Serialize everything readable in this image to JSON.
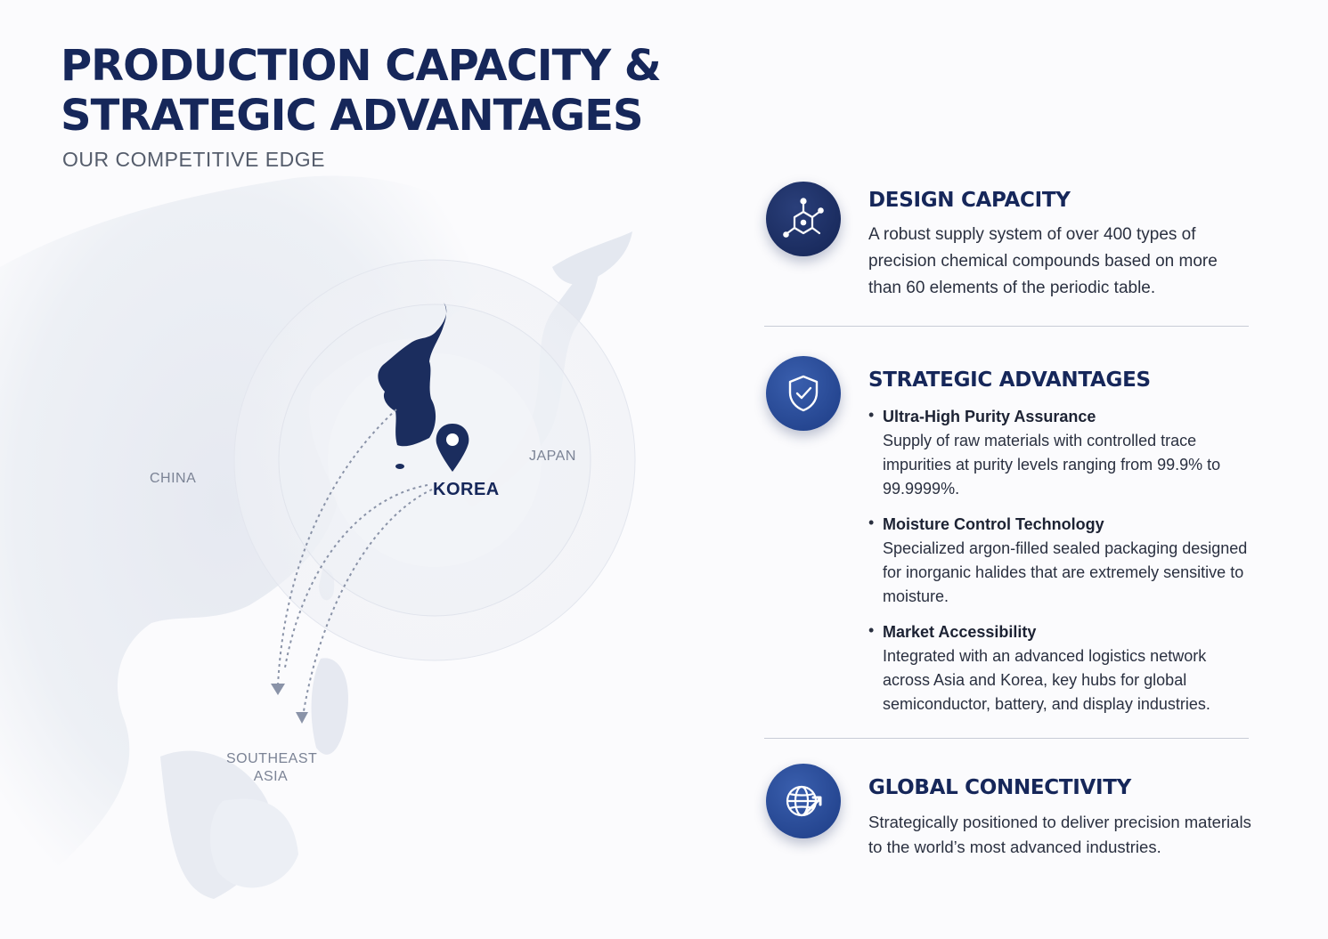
{
  "header": {
    "title_line1": "PRODUCTION CAPACITY &",
    "title_line2": "STRATEGIC ADVANTAGES",
    "subtitle": "OUR COMPETITIVE EDGE"
  },
  "map": {
    "labels": {
      "china": "CHINA",
      "japan": "JAPAN",
      "korea": "KOREA",
      "southeast_asia_line1": "SOUTHEAST",
      "southeast_asia_line2": "ASIA"
    },
    "highlight_color": "#1b2d5e",
    "marker_icon": "map-pin-icon"
  },
  "sections": {
    "design_capacity": {
      "icon": "molecule-icon",
      "title": "DESIGN CAPACITY",
      "body": "A robust supply system of over 400 types of precision chemical compounds based on more than 60 elements of the periodic table."
    },
    "strategic_advantages": {
      "icon": "shield-check-icon",
      "title": "STRATEGIC ADVANTAGES",
      "items": [
        {
          "title": "Ultra-High Purity Assurance",
          "body": "Supply of raw materials with controlled trace impurities at purity levels ranging from 99.9% to 99.9999%."
        },
        {
          "title": "Moisture Control Technology",
          "body": "Specialized argon-filled sealed packaging designed for inorganic halides that are extremely sensitive to moisture."
        },
        {
          "title": "Market Accessibility",
          "body": "Integrated with an advanced logistics network across Asia and Korea, key hubs for global semiconductor, battery, and display industries."
        }
      ]
    },
    "global_connectivity": {
      "icon": "globe-arrow-icon",
      "title": "GLOBAL CONNECTIVITY",
      "body": "Strategically positioned to deliver precision materials to the world’s most advanced industries."
    }
  },
  "colors": {
    "title": "#16275a",
    "icon_dark": "#142454",
    "icon_blue": "#1d3c85",
    "divider": "#c8ccd6"
  }
}
